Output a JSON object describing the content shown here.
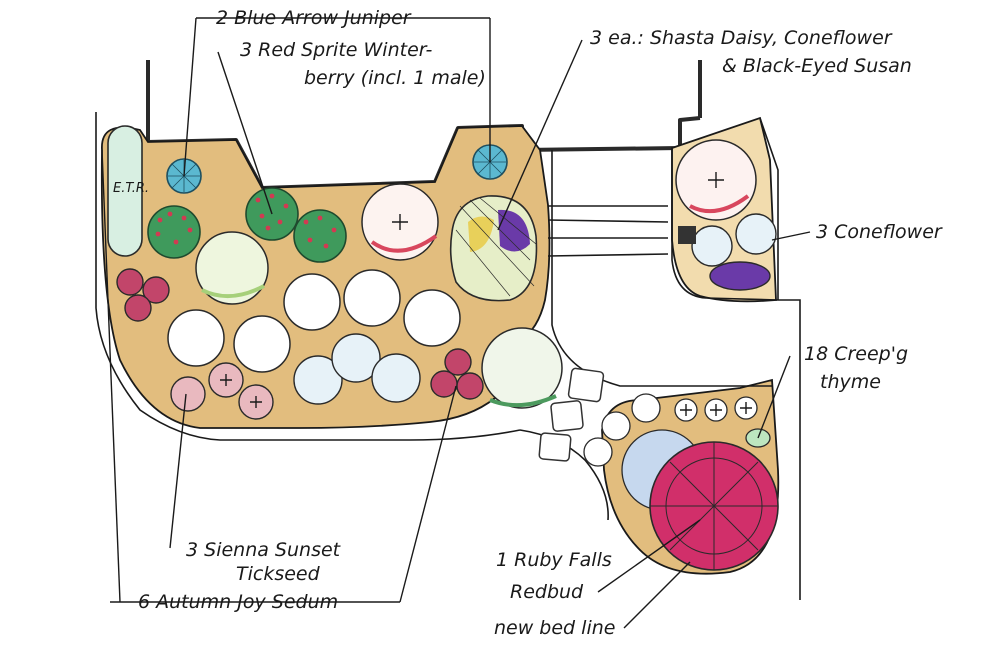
{
  "labels": {
    "blue_arrow_juniper": "2 Blue Arrow Juniper",
    "winterberry_line1": "3 Red Sprite Winter-",
    "winterberry_line2": "berry (incl. 1 male)",
    "daisy_line1": "3 ea.: Shasta Daisy, Coneflower",
    "daisy_line2": "& Black-Eyed Susan",
    "etr": "E.T.R.",
    "coneflower": "3 Coneflower",
    "thyme_line1": "18 Creep'g",
    "thyme_line2": "thyme",
    "tickseed_line1": "3 Sienna Sunset",
    "tickseed_line2": "Tickseed",
    "sedum": "6 Autumn Joy Sedum",
    "redbud_line1": "1 Ruby Falls",
    "redbud_line2": "Redbud",
    "bed_line": "new bed line"
  },
  "colors": {
    "mulch": "#e2bd7e",
    "juniper": "#5bb8d0",
    "winterberry_leaf": "#3f9a5c",
    "winterberry_berry": "#d23a52",
    "sedum": "#c2456a",
    "redbud": "#d12f6a",
    "coneflower_purple": "#6a3aa8",
    "shrub_green": "#9fd48e"
  }
}
